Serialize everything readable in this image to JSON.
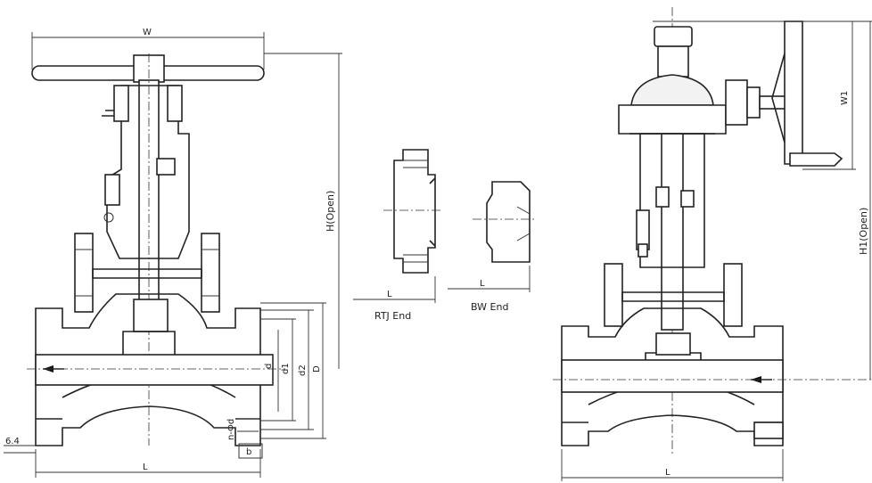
{
  "labels": {
    "width": "W",
    "height_open": "H(Open)",
    "length": "L",
    "d": "d",
    "d1": "d1",
    "d2": "d2",
    "D": "D",
    "bolt_holes": "n-Φd",
    "flange_thickness": "b",
    "raised_face": "6.4",
    "rtj_length": "L",
    "rtj_end": "RTJ End",
    "bw_length": "L",
    "bw_end": "BW End",
    "gear_width": "W1",
    "gear_height_open": "H1(Open)",
    "gear_length": "L"
  }
}
